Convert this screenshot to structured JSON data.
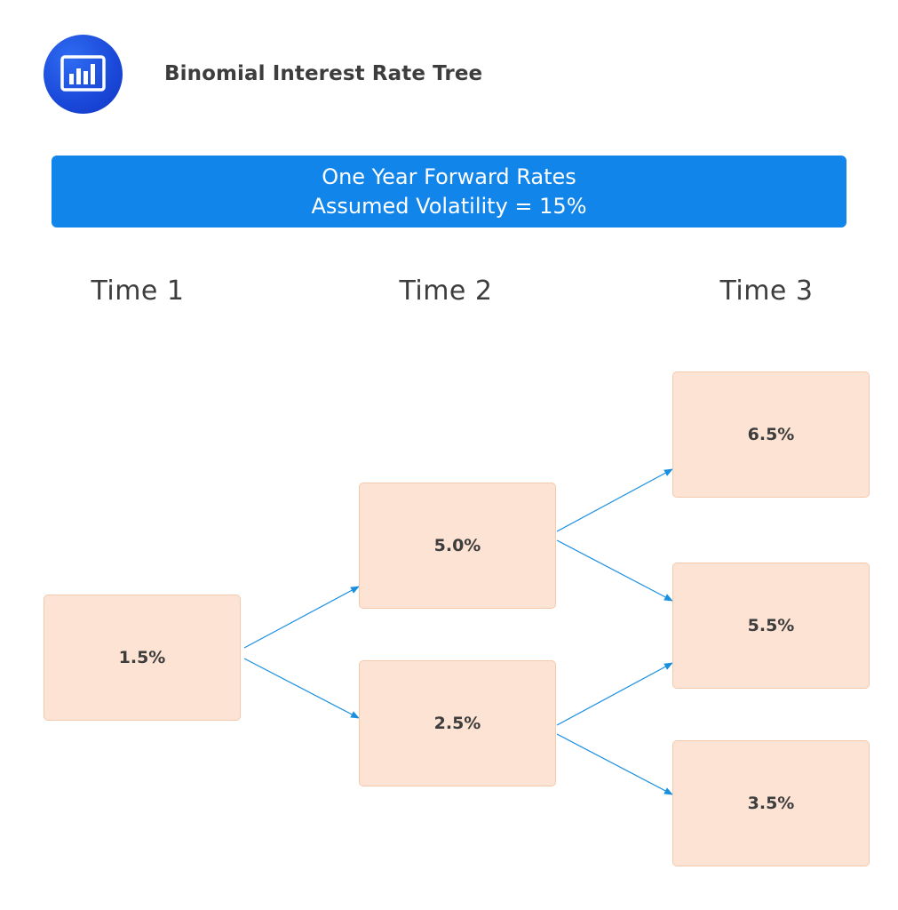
{
  "header": {
    "title": "Binomial Interest Rate Tree",
    "logo_icon": "bar-chart-icon",
    "banner_line1": "One Year Forward Rates",
    "banner_line2": "Assumed Volatility = 15%"
  },
  "columns": [
    "Time 1",
    "Time 2",
    "Time 3"
  ],
  "tree": {
    "t1": [
      "1.5%"
    ],
    "t2": [
      "5.0%",
      "2.5%"
    ],
    "t3": [
      "6.5%",
      "5.5%",
      "3.5%"
    ]
  },
  "colors": {
    "banner": "#1185ea",
    "node_fill": "#fde3d3",
    "node_border": "#f3c9ae",
    "arrow": "#1a8fe0",
    "logo": "#1a48d8"
  }
}
